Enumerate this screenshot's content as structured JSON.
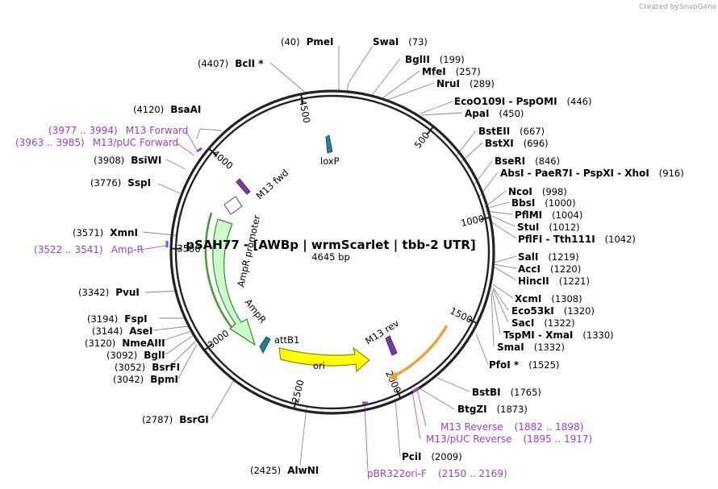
{
  "credit": {
    "prefix": "Created by",
    "brand": "SnapGene"
  },
  "plasmid": {
    "title": "pSAH77 - [AWBp | wrmScarlet | tbb-2 UTR]",
    "length": "4645 bp"
  },
  "ticks": [
    "500",
    "1000",
    "1500",
    "2000",
    "2500",
    "3000",
    "3500",
    "4000",
    "4500"
  ],
  "sites": [
    {
      "name": "PmeI",
      "pos": "(40)"
    },
    {
      "name": "SwaI",
      "pos": "(73)"
    },
    {
      "name": "BglII",
      "pos": "(199)"
    },
    {
      "name": "MfeI",
      "pos": "(257)"
    },
    {
      "name": "NruI",
      "pos": "(289)"
    },
    {
      "name": "EcoO109I  -  PspOMI",
      "pos": "(446)"
    },
    {
      "name": "ApaI",
      "pos": "(450)"
    },
    {
      "name": "BstEII",
      "pos": "(667)"
    },
    {
      "name": "BstXI",
      "pos": "(696)"
    },
    {
      "name": "BseRI",
      "pos": "(846)"
    },
    {
      "name": "AbsI  -  PaeR7I  -  PspXI  -  XhoI",
      "pos": "(916)"
    },
    {
      "name": "NcoI",
      "pos": "(998)"
    },
    {
      "name": "BbsI",
      "pos": "(1000)"
    },
    {
      "name": "PflMI",
      "pos": "(1004)"
    },
    {
      "name": "StuI",
      "pos": "(1012)"
    },
    {
      "name": "PflFI  -  Tth111I",
      "pos": "(1042)"
    },
    {
      "name": "SalI",
      "pos": "(1219)"
    },
    {
      "name": "AccI",
      "pos": "(1220)"
    },
    {
      "name": "HincII",
      "pos": "(1221)"
    },
    {
      "name": "XcmI",
      "pos": "(1308)"
    },
    {
      "name": "Eco53kI",
      "pos": "(1320)"
    },
    {
      "name": "SacI",
      "pos": "(1322)"
    },
    {
      "name": "TspMI  -  XmaI",
      "pos": "(1330)"
    },
    {
      "name": "SmaI",
      "pos": "(1332)"
    },
    {
      "name": "PfoI *",
      "pos": "(1525)"
    },
    {
      "name": "BstBI",
      "pos": "(1765)"
    },
    {
      "name": "BtgZI",
      "pos": "(1873)"
    },
    {
      "name": "PciI",
      "pos": "(2009)"
    },
    {
      "name": "AlwNI",
      "pos": "(2425)"
    },
    {
      "name": "BsrGI",
      "pos": "(2787)"
    },
    {
      "name": "BpmI",
      "pos": "(3042)"
    },
    {
      "name": "BsrFI",
      "pos": "(3052)"
    },
    {
      "name": "BglI",
      "pos": "(3092)"
    },
    {
      "name": "NmeAIII",
      "pos": "(3120)"
    },
    {
      "name": "AseI",
      "pos": "(3144)"
    },
    {
      "name": "FspI",
      "pos": "(3194)"
    },
    {
      "name": "PvuI",
      "pos": "(3342)"
    },
    {
      "name": "XmnI",
      "pos": "(3571)"
    },
    {
      "name": "SspI",
      "pos": "(3776)"
    },
    {
      "name": "BsiWI",
      "pos": "(3908)"
    },
    {
      "name": "BsaAI",
      "pos": "(4120)"
    },
    {
      "name": "BclI *",
      "pos": "(4407)"
    }
  ],
  "primers": [
    {
      "name": "M13 Forward",
      "range": "(3977 .. 3994)"
    },
    {
      "name": "M13/pUC Forward",
      "range": "(3963 .. 3985)"
    },
    {
      "name": "Amp-R",
      "range": "(3522 .. 3541)"
    },
    {
      "name": "M13 Reverse",
      "range": "(1882 .. 1898)"
    },
    {
      "name": "M13/pUC Reverse",
      "range": "(1895 .. 1917)"
    },
    {
      "name": "pBR322ori-F",
      "range": "(2150 .. 2169)"
    }
  ],
  "features": {
    "loxP": "loxP",
    "m13fwd": "M13 fwd",
    "m13rev": "M13 rev",
    "ampr_promoter": "AmpR promoter",
    "ampr": "AmpR",
    "attB1": "attB1",
    "ori": "ori"
  },
  "colors": {
    "ampr_fill": "#ccffcc",
    "ampr_outline": "#338833",
    "ori_fill": "#ffff00",
    "ori_outline": "#998800",
    "primer_site": "#a040e0",
    "feature_teal": "#2a7d8a",
    "feature_purple": "#7a3ea0",
    "region_orange": "#e8a33a",
    "region_green": "#3aa02a"
  }
}
